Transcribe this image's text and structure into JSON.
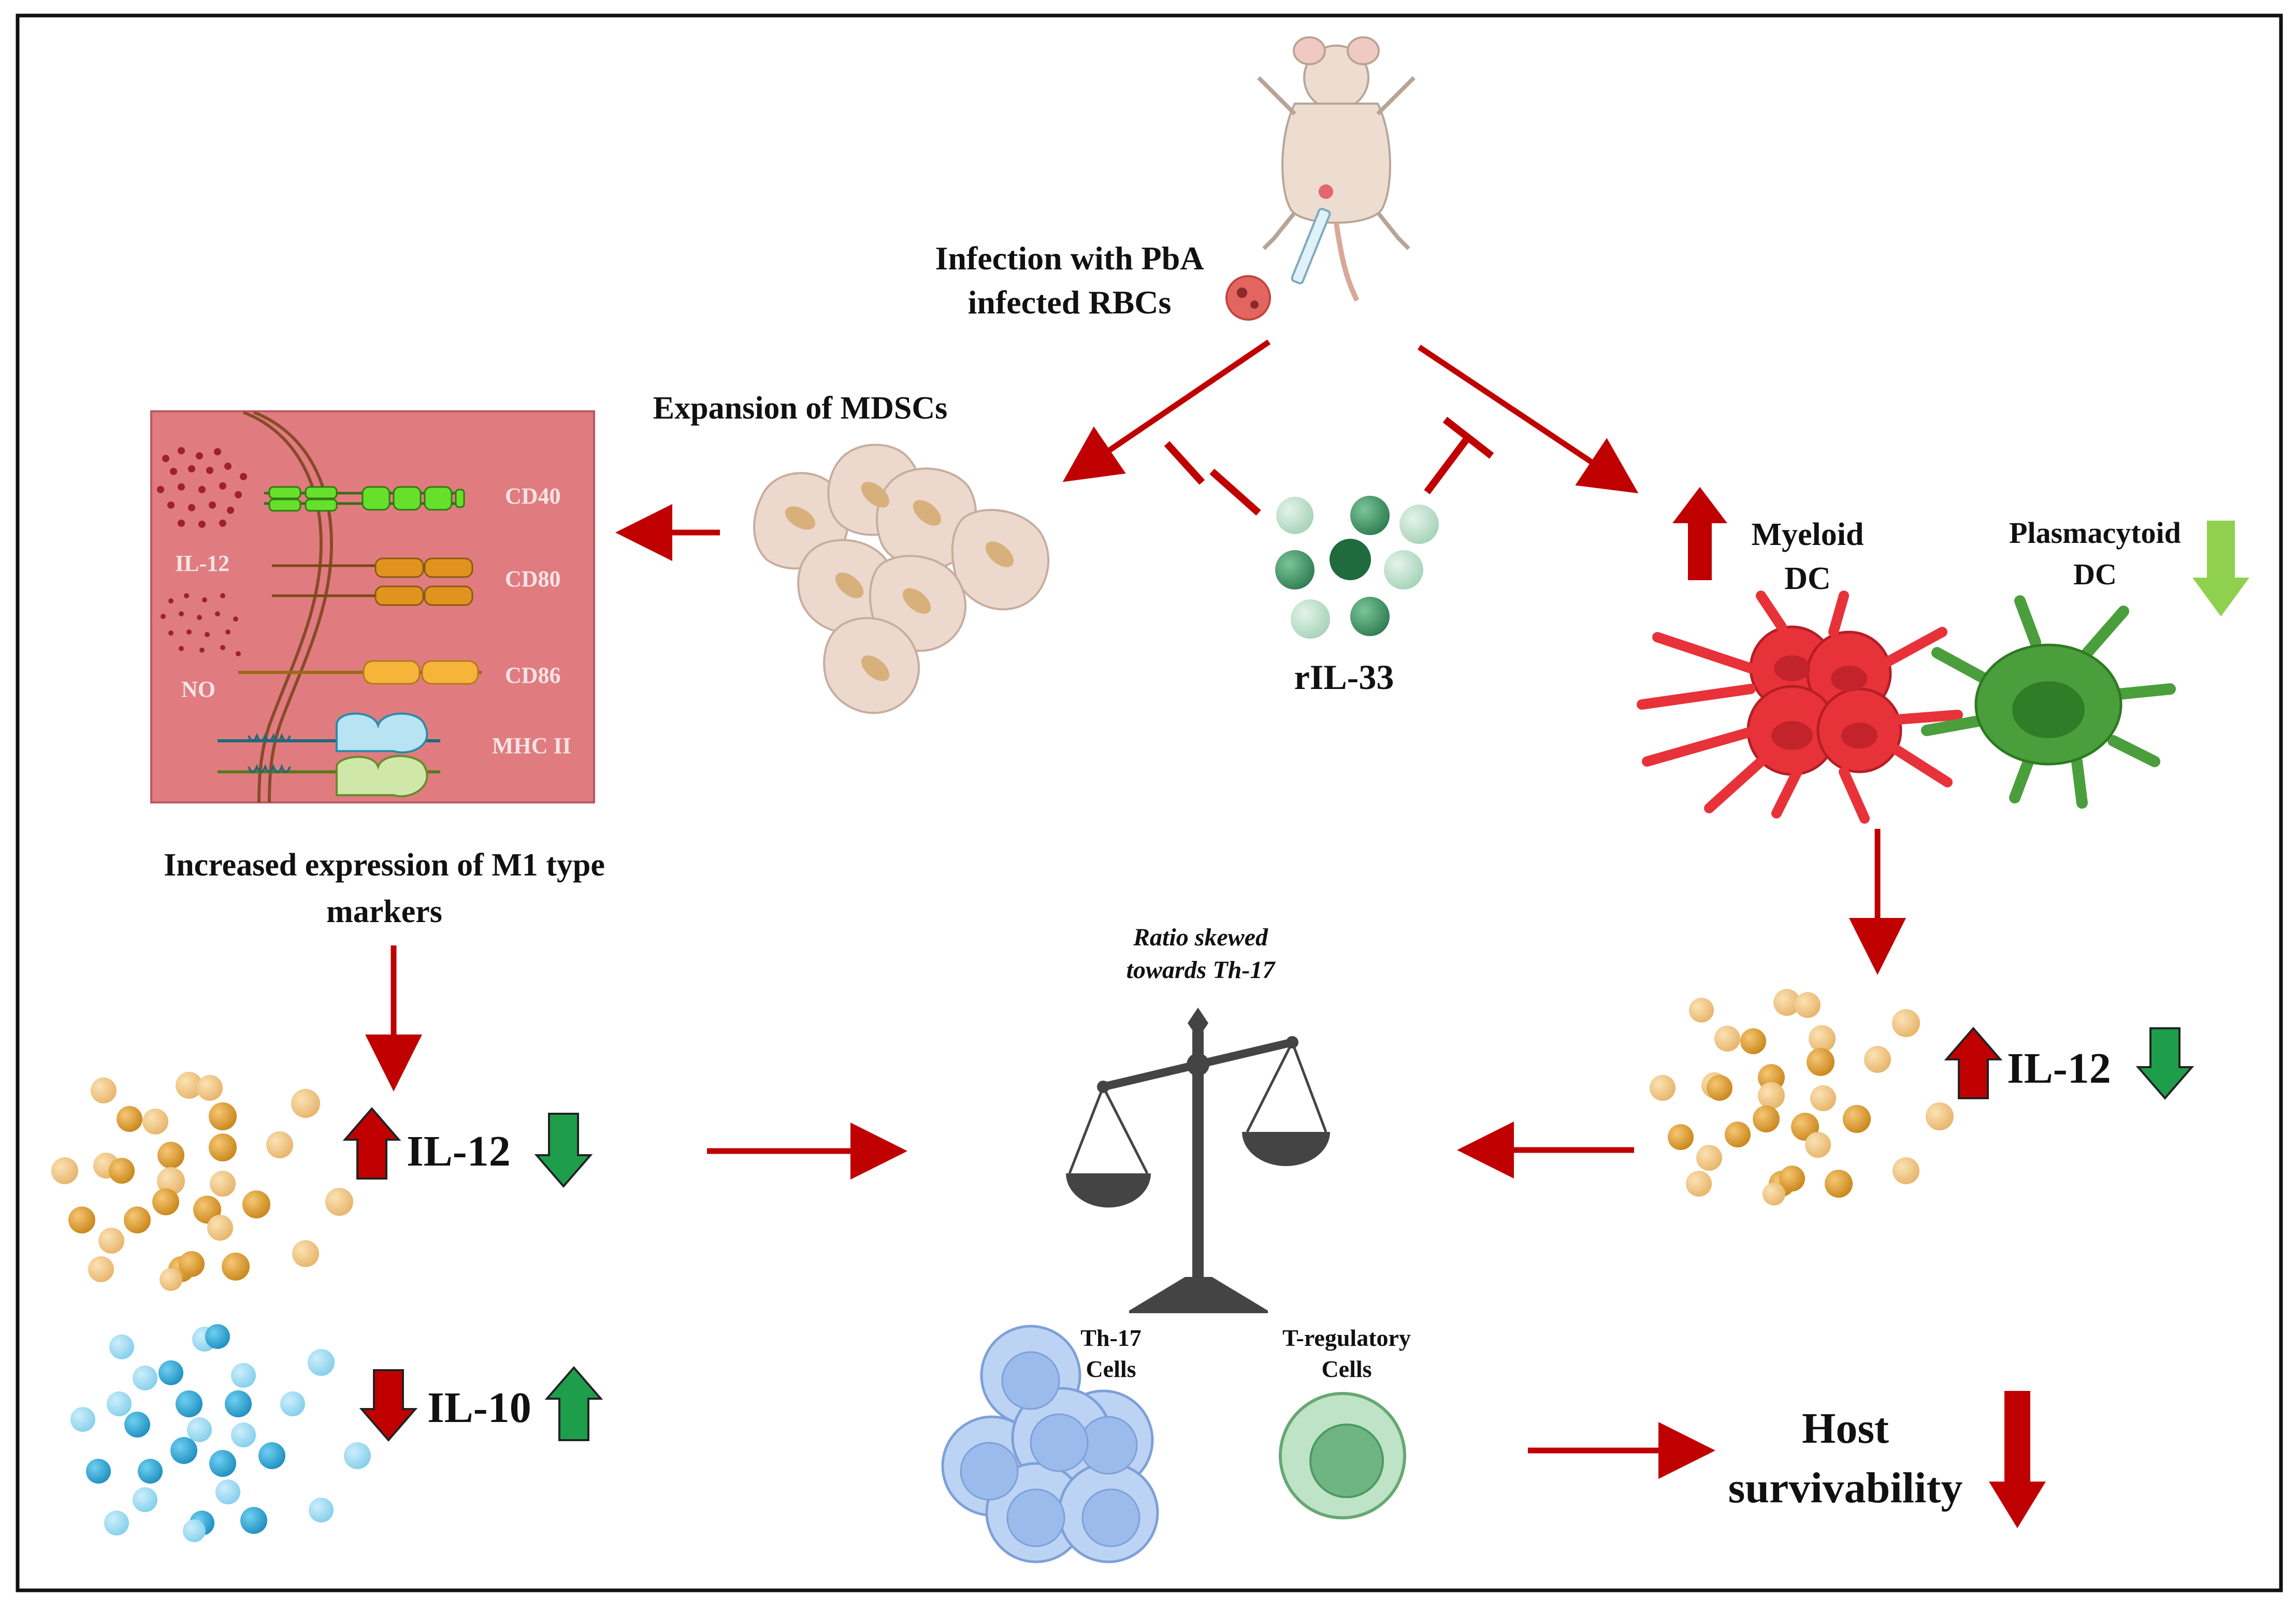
{
  "title_infection": [
    "Infection with PbA",
    "infected RBCs"
  ],
  "label_mdsc_expansion": "Expansion of MDSCs",
  "label_ril33": "rIL-33",
  "label_myeloid_dc": [
    "Myeloid",
    "DC"
  ],
  "label_plasmacytoid_dc": [
    "Plasmacytoid",
    "DC"
  ],
  "markers": {
    "cd40": "CD40",
    "cd80": "CD80",
    "cd86": "CD86",
    "mhc2": "MHC II",
    "il12": "IL-12",
    "no": "NO"
  },
  "label_m1_markers": [
    "Increased expression of M1 type",
    "markers"
  ],
  "left_il12": "IL-12",
  "left_il10": "IL-10",
  "right_il12": "IL-12",
  "label_ratio": [
    "Ratio skewed",
    "towards Th-17"
  ],
  "label_th17": [
    "Th-17",
    "Cells"
  ],
  "label_treg": [
    "T-regulatory",
    "Cells"
  ],
  "label_host_survivability": [
    "Host",
    "survivability"
  ],
  "colors": {
    "arrow_red": "#c00000",
    "up_red": "#c00000",
    "down_green": "#1e9e4a",
    "panel_pink": "#e07c80",
    "myeloid_red": "#e8323a",
    "plasmacytoid_green": "#4a9e3c",
    "cytokine_orange": "#d99a2a",
    "il10_blue": "#3aaed8"
  }
}
